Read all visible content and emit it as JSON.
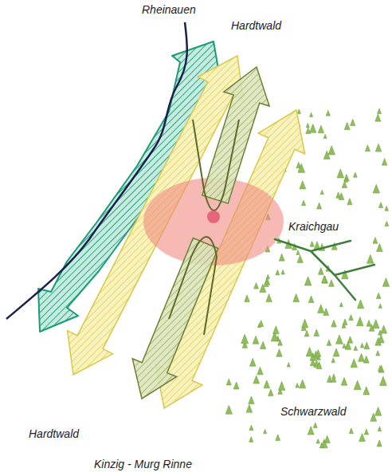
{
  "diagram": {
    "labels": [
      "Rheinauen",
      "Hardtwald",
      "Kraichgau",
      "Hardtwald",
      "Schwarzwald",
      "Kinzig - Murg Rinne"
    ]
  }
}
